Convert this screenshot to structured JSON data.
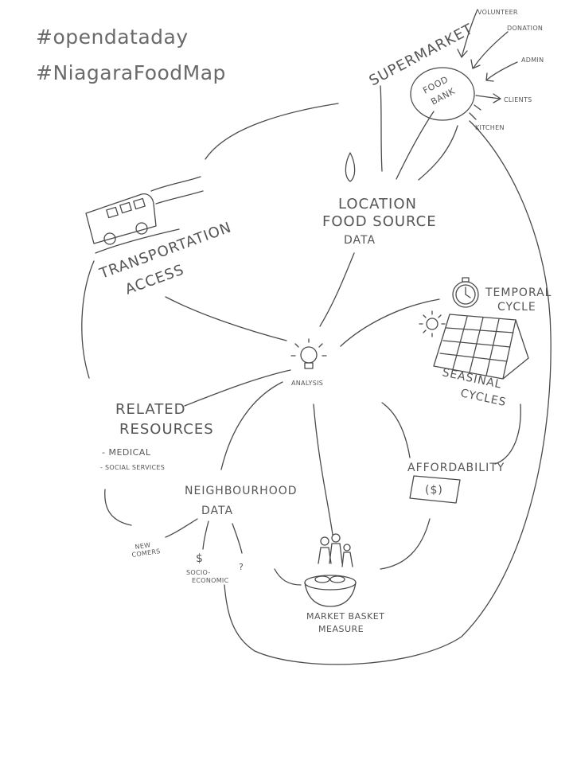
{
  "tags": [
    "#opendataday",
    "#NiagaraFoodMap"
  ],
  "nodes": {
    "supermarket": "SUPERMARKET",
    "food_bank": [
      "FOOD",
      "BANK"
    ],
    "volunteer": "VOLUNTEER",
    "donation": "DONATION",
    "admin": "ADMIN",
    "clients": "CLIENTS",
    "kitchen": "KITCHEN",
    "location_data": [
      "LOCATION",
      "FOOD SOURCE",
      "DATA"
    ],
    "transportation": [
      "TRANSPORTATION",
      "ACCESS"
    ],
    "temporal": [
      "TEMPORAL",
      "CYCLE"
    ],
    "seasonal": [
      "SEASINAL",
      "CYCLES"
    ],
    "analysis": "ANALYSIS",
    "related_resources": [
      "RELATED",
      "RESOURCES"
    ],
    "medical": "- MEDICAL",
    "social_services": "- SOCIAL SERVICES",
    "neighbourhood": [
      "NEIGHBOURHOOD",
      "DATA"
    ],
    "newcomers": [
      "NEW",
      "COMERS"
    ],
    "socio_economic": [
      "SOCIO-",
      "ECONOMIC"
    ],
    "dollar": "$",
    "question": "?",
    "affordability": "AFFORDABILITY",
    "affordability_sign": "($)",
    "market_basket": [
      "MARKET BASKET",
      "MEASURE"
    ]
  }
}
